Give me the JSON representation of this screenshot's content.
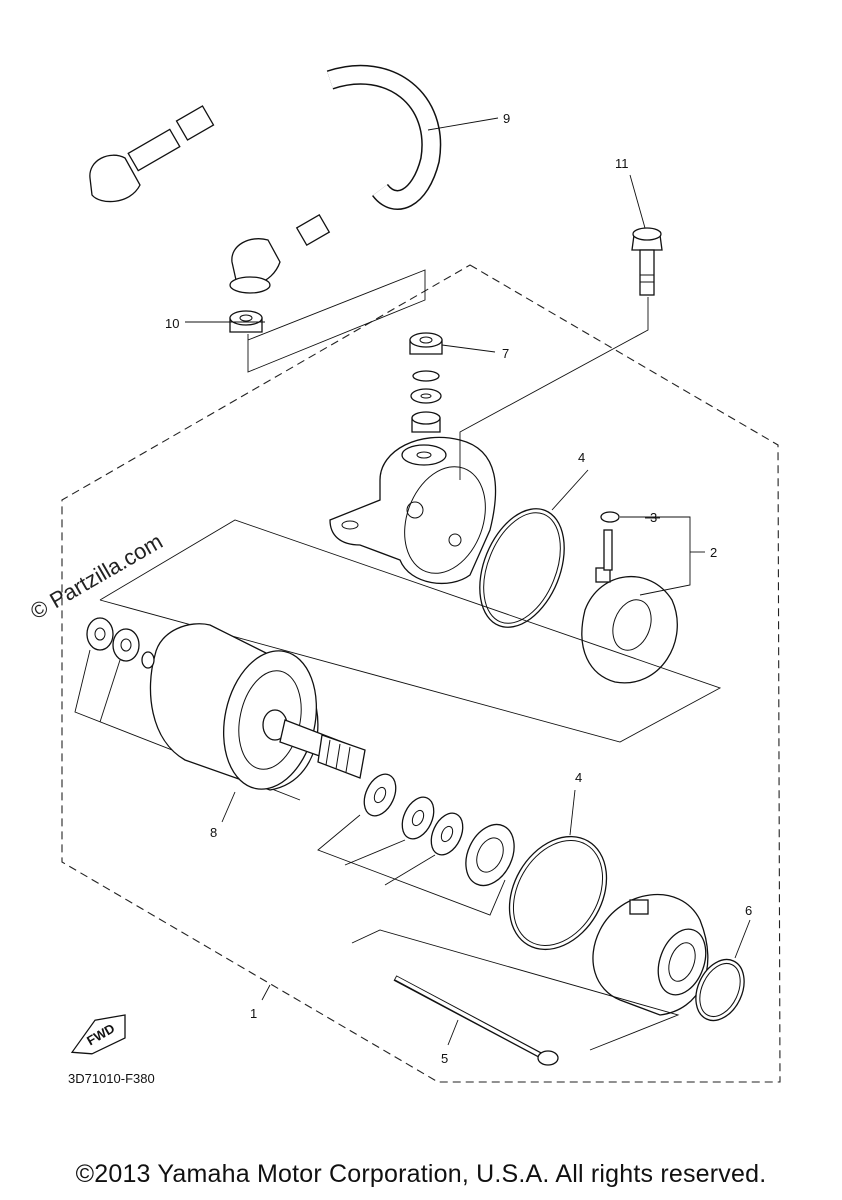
{
  "watermark": "© Partzilla.com",
  "diagram_code": "3D71010-F380",
  "fwd_label": "FWD",
  "copyright": "©2013 Yamaha Motor Corporation, U.S.A. All rights reserved.",
  "callouts": {
    "c1": "1",
    "c2": "2",
    "c3": "3",
    "c4a": "4",
    "c4b": "4",
    "c5": "5",
    "c6": "6",
    "c7": "7",
    "c8": "8",
    "c9": "9",
    "c10": "10",
    "c11": "11"
  }
}
